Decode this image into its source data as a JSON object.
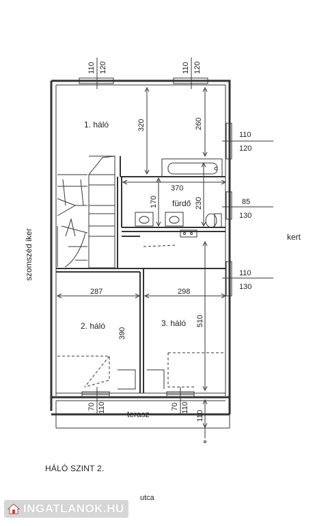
{
  "rooms": {
    "halo1": "1. háló",
    "furdo": "fürdő",
    "halo2": "2. háló",
    "halo3": "3. háló",
    "terasz": "terasz"
  },
  "outside": {
    "kert": "kert",
    "neighbor": "szomszéd iker",
    "street": "utca"
  },
  "dimensions": {
    "win_top_left": [
      "110",
      "120"
    ],
    "win_top_right": [
      "110",
      "120"
    ],
    "h_320": "320",
    "h_260": "260",
    "win_right_1": [
      "110",
      "120"
    ],
    "w_370": "370",
    "h_170": "170",
    "h_230": "230",
    "win_right_2": [
      "85",
      "130"
    ],
    "win_right_3": [
      "110",
      "130"
    ],
    "w_287": "287",
    "w_298": "298",
    "h_390": "390",
    "h_510": "510",
    "door_left": [
      "70",
      "110"
    ],
    "door_right": [
      "70",
      "110"
    ],
    "h_110": "110"
  },
  "caption": "HÁLÓ SZINT 2.",
  "logo": {
    "text": "INGATLANOK.HU",
    "icon": "house-icon",
    "color": "#d6d6d6"
  },
  "colors": {
    "line": "#333333",
    "background": "#ffffff"
  }
}
